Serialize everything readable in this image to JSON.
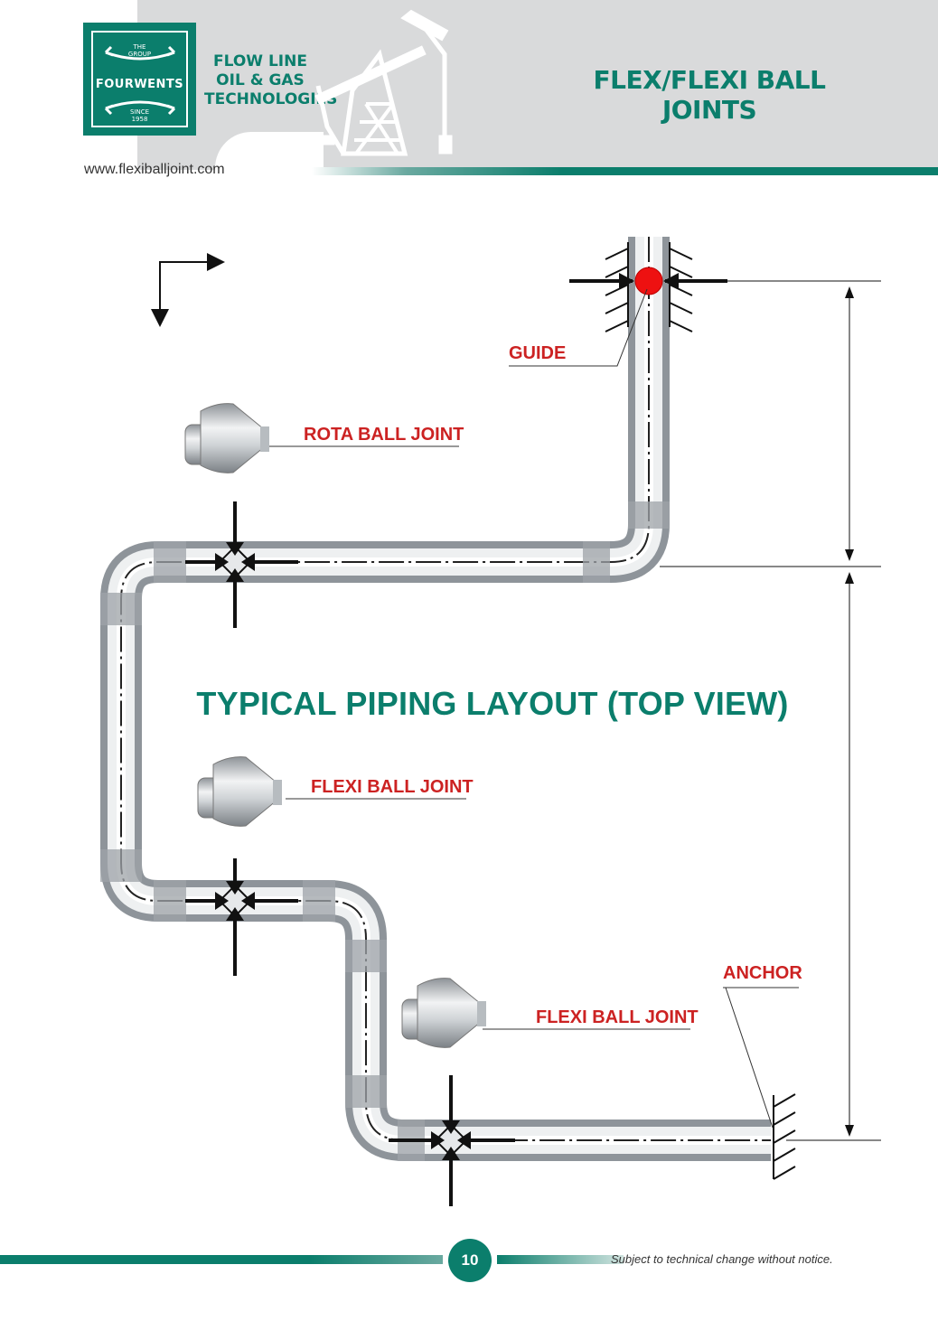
{
  "header": {
    "logo": {
      "the_group": "THE\nGROUP",
      "name": "FOURWENTS",
      "since": "SINCE\n1958"
    },
    "company": "FLOW LINE\nOIL & GAS\nTECHNOLOGIES",
    "title": "FLEX/FLEXI BALL JOINTS",
    "website": "www.flexiballjoint.com"
  },
  "diagram": {
    "title": "TYPICAL PIPING LAYOUT (TOP VIEW)",
    "labels": {
      "guide": "GUIDE",
      "rota_ball_joint": "ROTA BALL JOINT",
      "flexi_ball_joint_1": "FLEXI BALL JOINT",
      "flexi_ball_joint_2": "FLEXI BALL JOINT",
      "anchor": "ANCHOR"
    }
  },
  "footer": {
    "page_number": "10",
    "disclaimer": "Subject to technical change without notice."
  },
  "colors": {
    "brand_teal": "#0b7e6c",
    "label_red": "#cc2222",
    "guide_red": "#ee1111"
  }
}
